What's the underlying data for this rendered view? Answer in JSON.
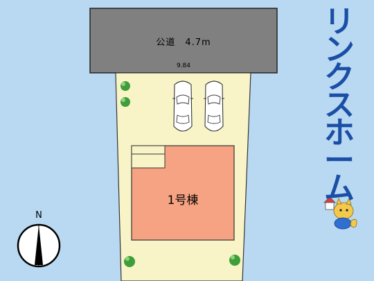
{
  "road": {
    "label": "公道　4.7m"
  },
  "frontage": {
    "label": "9.84"
  },
  "building": {
    "label": "1号棟"
  },
  "compass": {
    "label": "N"
  },
  "logo": {
    "text": "リンクスホーム",
    "chars": [
      "リ",
      "ン",
      "ク",
      "ス",
      "ホ",
      "ー",
      "ム"
    ]
  },
  "colors": {
    "background": "#b9d8f1",
    "road": "#808080",
    "lot": "#f8f4c8",
    "building": "#f5a382",
    "logo": "#1a4fa6",
    "tree": "#3e9e3a"
  }
}
